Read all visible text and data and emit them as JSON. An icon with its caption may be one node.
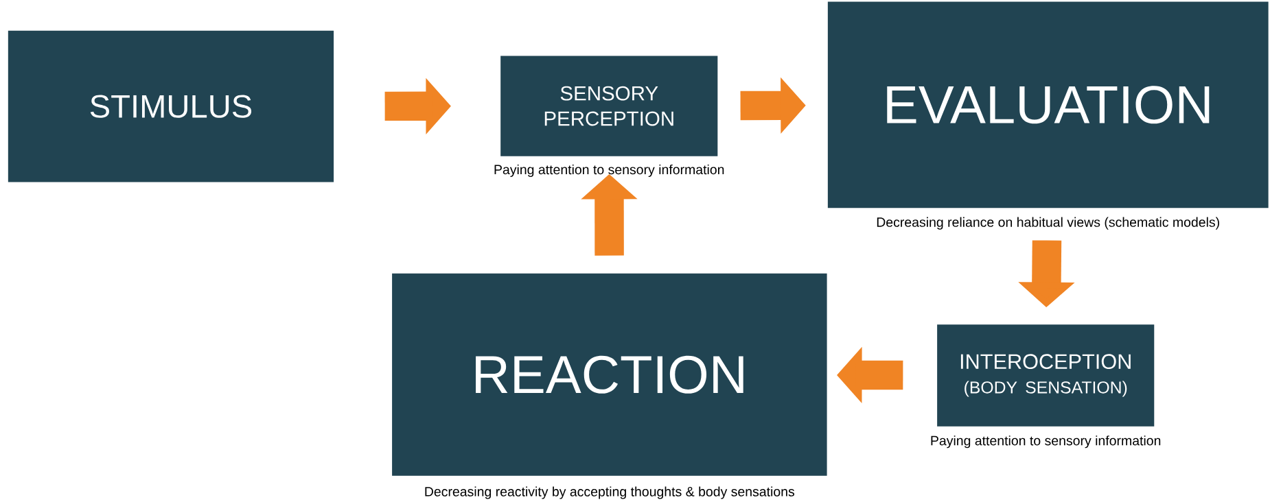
{
  "diagram": {
    "nodes": [
      {
        "text": [
          "STIMULUS"
        ]
      },
      {
        "text": [
          "SENSORY PERCEPTION"
        ],
        "beside": [
          "Paying attention to sensory information"
        ]
      },
      {
        "text": [
          "EVALUATION"
        ],
        "beside": [
          "Decreasing reliance on habitual views (schematic models)"
        ]
      },
      {
        "text": [
          "INTEROCEPTION",
          "(BODY SENSATION)"
        ],
        "beside": [
          "Paying attention to sensory information"
        ]
      },
      {
        "text": [
          "REACTION"
        ],
        "beside": [
          "Decreasing reactivity by accepting thoughts & body sensations"
        ]
      }
    ],
    "edges": [
      {
        "from": 0,
        "to": 1,
        "arrow": "to"
      },
      {
        "from": 1,
        "to": 2,
        "arrow": "to"
      },
      {
        "from": 2,
        "to": 3,
        "arrow": "to"
      },
      {
        "from": 3,
        "to": 4,
        "arrow": "to"
      },
      {
        "from": 4,
        "to": 1,
        "arrow": "to"
      }
    ]
  }
}
